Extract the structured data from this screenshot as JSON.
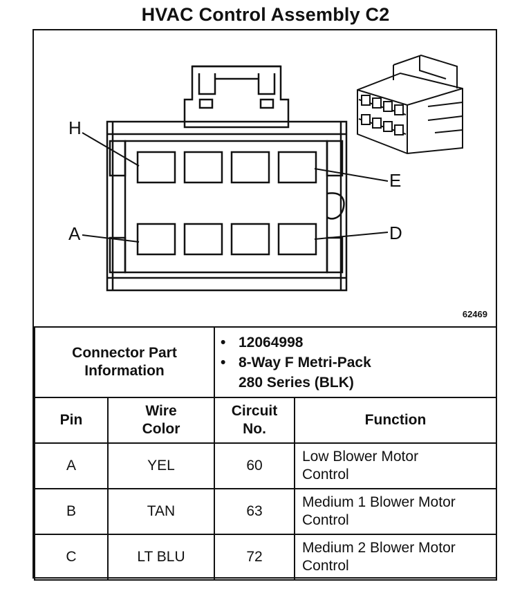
{
  "title": "HVAC Control Assembly C2",
  "figure_id": "62469",
  "pin_labels": {
    "H": "H",
    "E": "E",
    "A": "A",
    "D": "D"
  },
  "connector_info": {
    "label_line1": "Connector Part",
    "label_line2": "Information",
    "part_number": "12064998",
    "description_line1": "8-Way F Metri-Pack",
    "description_line2": "280 Series (BLK)",
    "bullet": "•"
  },
  "table": {
    "headers": {
      "pin": "Pin",
      "wire_color_line1": "Wire",
      "wire_color_line2": "Color",
      "circuit_line1": "Circuit",
      "circuit_line2": "No.",
      "function": "Function"
    },
    "rows": [
      {
        "pin": "A",
        "wire_color": "YEL",
        "circuit": "60",
        "function_line1": "Low Blower Motor",
        "function_line2": "Control"
      },
      {
        "pin": "B",
        "wire_color": "TAN",
        "circuit": "63",
        "function_line1": "Medium 1 Blower Motor",
        "function_line2": "Control"
      },
      {
        "pin": "C",
        "wire_color": "LT BLU",
        "circuit": "72",
        "function_line1": "Medium 2 Blower Motor",
        "function_line2": "Control"
      }
    ]
  }
}
